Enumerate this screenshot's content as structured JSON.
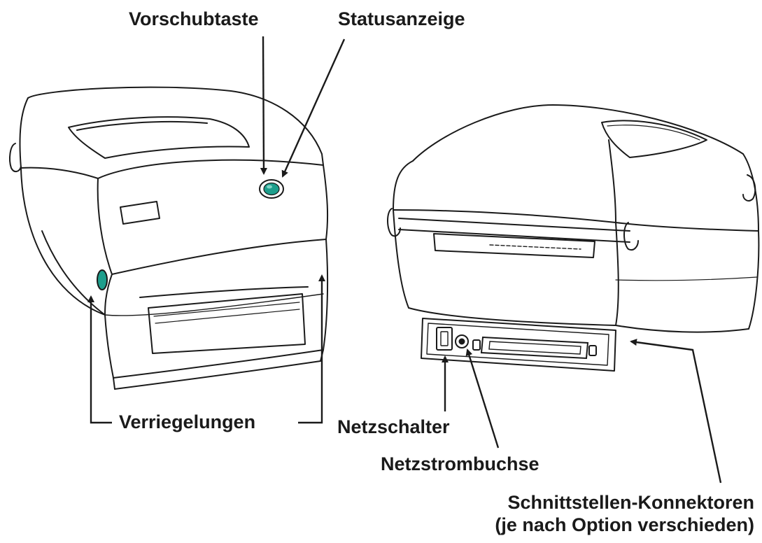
{
  "labels": {
    "feed_button": "Vorschubtaste",
    "status_light": "Statusanzeige",
    "latches": "Verriegelungen",
    "power_switch": "Netzschalter",
    "power_jack": "Netzstrombuchse",
    "interface_line1": "Schnittstellen-Konnektoren",
    "interface_line2": "(je nach Option verschieden)"
  },
  "colors": {
    "line": "#1a1a1a",
    "indicator": "#1e9e8c",
    "indicator_light": "#7fd3c5",
    "background": "#ffffff"
  },
  "icons": [
    "feed-button-icon",
    "status-light-icon",
    "latch-icon",
    "power-switch-icon",
    "power-jack-icon",
    "interface-connector-icon"
  ]
}
